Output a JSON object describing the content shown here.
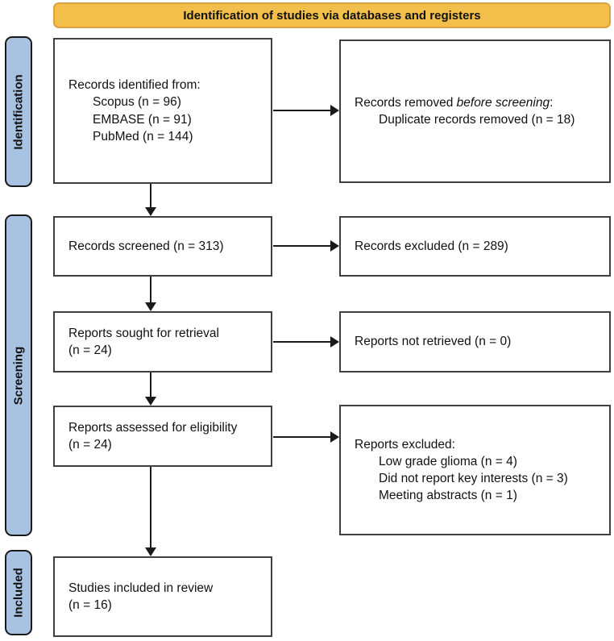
{
  "banner": {
    "label": "Identification of studies via databases and registers"
  },
  "sidebar": {
    "identification": "Identification",
    "screening": "Screening",
    "included": "Included"
  },
  "boxes": {
    "records_identified": {
      "title": "Records identified from:",
      "items": [
        "Scopus (n = 96)",
        "EMBASE (n = 91)",
        "PubMed (n = 144)"
      ]
    },
    "records_removed": {
      "title_prefix": "Records removed ",
      "title_italic": "before screening",
      "title_suffix": ":",
      "items": [
        "Duplicate records removed (n = 18)"
      ]
    },
    "records_screened": {
      "title": "Records screened (n = 313)"
    },
    "records_excluded": {
      "title": "Records excluded (n = 289)"
    },
    "reports_sought": {
      "line1": "Reports sought for retrieval",
      "line2": "(n = 24)"
    },
    "reports_not_retrieved": {
      "title": "Reports not retrieved (n = 0)"
    },
    "reports_assessed": {
      "line1": "Reports assessed for eligibility",
      "line2": "(n = 24)"
    },
    "reports_excluded": {
      "title": "Reports excluded:",
      "items": [
        "Low grade glioma (n = 4)",
        "Did not report key interests (n = 3)",
        "Meeting abstracts (n = 1)"
      ]
    },
    "studies_included": {
      "line1": "Studies included in review",
      "line2": "(n = 16)"
    }
  },
  "colors": {
    "banner_bg": "#F2C04A",
    "banner_border": "#DFA13D",
    "stage_bg": "#A8C3E2",
    "box_border": "#3F3F3F",
    "arrow": "#1A1A1A"
  }
}
